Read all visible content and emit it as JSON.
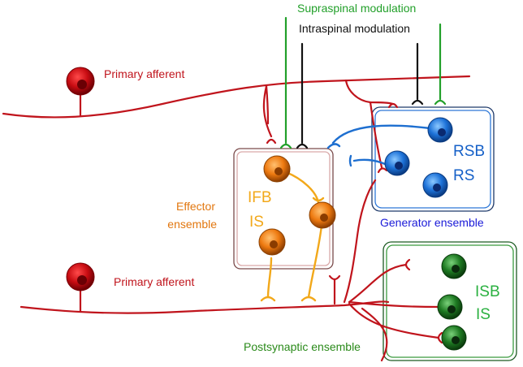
{
  "labels": {
    "supraspinal": "Supraspinal modulation",
    "intraspinal": "Intraspinal modulation",
    "primary_afferent_top": "Primary afferent",
    "primary_afferent_bottom": "Primary afferent",
    "effector_line1": "Effector",
    "effector_line2": "ensemble",
    "generator": "Generator ensemble",
    "postsynaptic": "Postsynaptic ensemble",
    "ifb": "IFB",
    "is_effector": "IS",
    "rsb": "RSB",
    "rs": "RS",
    "isb": "ISB",
    "is_post": "IS"
  },
  "colors": {
    "afferent": "#c0141c",
    "supraspinal": "#22a02a",
    "intraspinal": "#111111",
    "effector": "#e2770f",
    "effector_text": "#f2a81a",
    "generator": "#1e6fd0",
    "generator_text": "#1560c8",
    "generator_label": "#1a1ad8",
    "postsynaptic": "#1c7a20",
    "postsynaptic_text": "#2ab040",
    "postsynaptic_label": "#2a8a1a"
  }
}
